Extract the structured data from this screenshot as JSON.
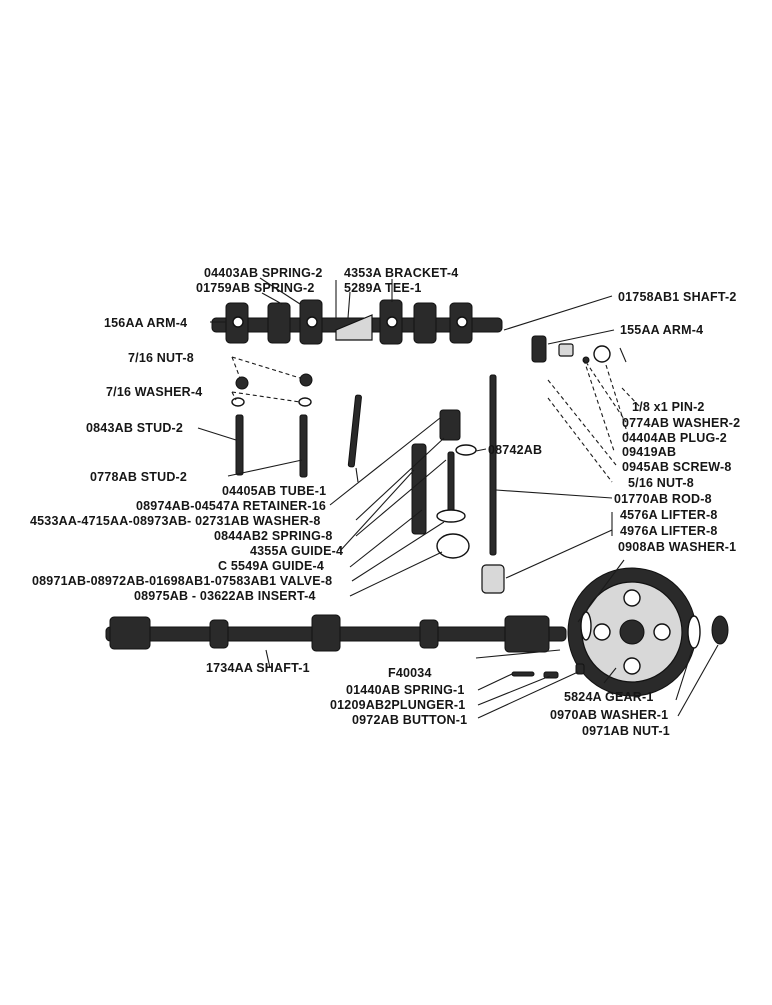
{
  "figure_id": "F40034",
  "labels": {
    "spring_04403": "04403AB SPRING-2",
    "bracket_4353": "4353A BRACKET-4",
    "spring_01759": "01759AB SPRING-2",
    "tee_5289": "5289A TEE-1",
    "shaft_01758": "01758AB1 SHAFT-2",
    "arm_156": "156AA ARM-4",
    "arm_155": "155AA ARM-4",
    "nut_716": "7/16 NUT-8",
    "washer_716": "7/16 WASHER-4",
    "pin": "1/8 x1 PIN-2",
    "washer_0774": "0774AB WASHER-2",
    "stud_0843": "0843AB STUD-2",
    "plug_04404": "04404AB PLUG-2",
    "part_09419": "09419AB",
    "screw_0945": "0945AB SCREW-8",
    "part_08742": "08742AB",
    "nut_516": "5/16 NUT-8",
    "stud_0778": "0778AB STUD-2",
    "tube_04405": "04405AB TUBE-1",
    "retainer": "08974AB-04547A RETAINER-16",
    "rod_01770": "01770AB ROD-8",
    "washer_02731": "4533AA-4715AA-08973AB- 02731AB WASHER-8",
    "lifter_4576": "4576A LIFTER-8",
    "spring_0844": "0844AB2 SPRING-8",
    "lifter_4976": "4976A LIFTER-8",
    "guide_4355": "4355A GUIDE-4",
    "washer_0908": "0908AB WASHER-1",
    "guide_c5549": "C 5549A GUIDE-4",
    "valve": "08971AB-08972AB-01698AB1-07583AB1 VALVE-8",
    "insert": "08975AB - 03622AB INSERT-4",
    "shaft_1734": "1734AA SHAFT-1",
    "spring_01440": "01440AB SPRING-1",
    "plunger": "01209AB2PLUNGER-1",
    "button": "0972AB BUTTON-1",
    "gear": "5824A GEAR-1",
    "washer_0970": "0970AB WASHER-1",
    "nut_0971": "0971AB NUT-1"
  }
}
